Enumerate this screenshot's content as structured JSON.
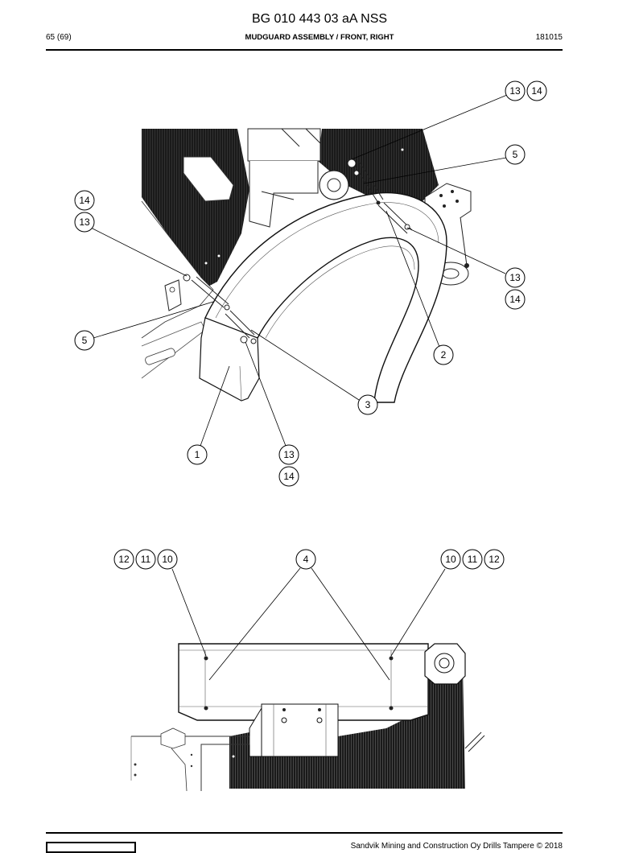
{
  "header": {
    "doc_number": "BG 010 443 03 aA NSS",
    "page": "65 (69)",
    "section_title": "MUDGUARD ASSEMBLY / FRONT, RIGHT",
    "code": "181015"
  },
  "footer": {
    "copyright": "Sandvik Mining and Construction Oy Drills Tampere © 2018",
    "logo_icon": "sandvik-logo-icon"
  },
  "callouts": {
    "top_13a": "13",
    "top_14a": "14",
    "top_5a": "5",
    "left_14": "14",
    "left_13": "13",
    "right_13": "13",
    "right_14": "14",
    "left_5": "5",
    "c2": "2",
    "c3": "3",
    "c1": "1",
    "bot_13": "13",
    "bot_14": "14",
    "l_12": "12",
    "l_11": "11",
    "l_10": "10",
    "c4": "4",
    "r_10": "10",
    "r_11": "11",
    "r_12": "12"
  }
}
